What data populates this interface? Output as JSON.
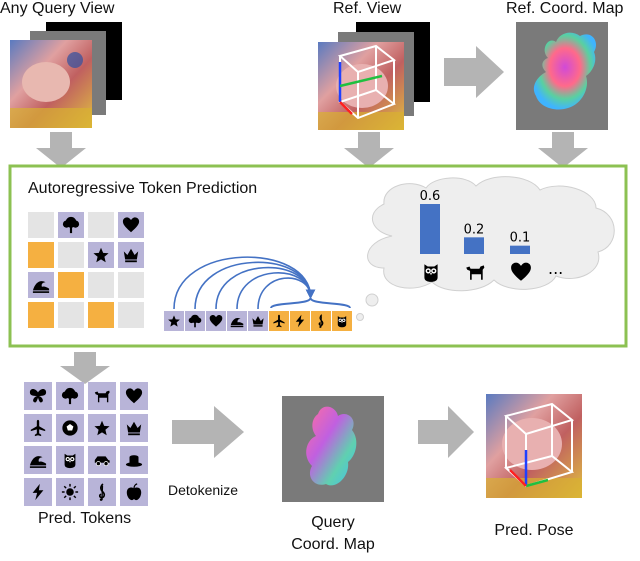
{
  "labels": {
    "any_query_view": "Any Query View",
    "ref_view": "Ref. View",
    "ref_coord_map": "Ref. Coord. Map",
    "autoregressive": "Autoregressive Token Prediction",
    "pred_tokens": "Pred. Tokens",
    "detokenize": "Detokenize",
    "query": "Query",
    "coord_map": "Coord. Map",
    "pred_pose": "Pred. Pose"
  },
  "probabilities": [
    {
      "value": 0.6,
      "label": "0.6",
      "icon": "owl-icon"
    },
    {
      "value": 0.2,
      "label": "0.2",
      "icon": "dog-icon"
    },
    {
      "value": 0.1,
      "label": "0.1",
      "icon": "heart-icon"
    }
  ],
  "ellipsis": "...",
  "token_grid": [
    [
      "empty",
      "tree",
      "empty",
      "heart"
    ],
    [
      "orange",
      "empty",
      "star",
      "crown"
    ],
    [
      "wave",
      "orange",
      "empty",
      "empty"
    ],
    [
      "orange",
      "empty",
      "orange",
      "empty"
    ]
  ],
  "sequence": [
    "star",
    "tree",
    "heart",
    "wave",
    "crown",
    "plane",
    "bolt",
    "clef",
    "owl"
  ],
  "sequence_predicted_from": 5,
  "pred_token_grid": [
    [
      "butterfly",
      "tree",
      "dog",
      "heart"
    ],
    [
      "plane",
      "ball",
      "star",
      "crown"
    ],
    [
      "wave",
      "owl",
      "car",
      "hat"
    ],
    [
      "bolt",
      "sun",
      "clef",
      "apple"
    ]
  ],
  "colors": {
    "frame_green": "#8cc152",
    "token_purple": "#b8b4d8",
    "token_orange": "#f5b041",
    "token_empty": "#e4e4e4",
    "bar_blue": "#4472c4",
    "arrow_gray": "#b4b4b4",
    "cloud_fill": "#eeeeee",
    "bg_gray": "#7a7a7a"
  }
}
